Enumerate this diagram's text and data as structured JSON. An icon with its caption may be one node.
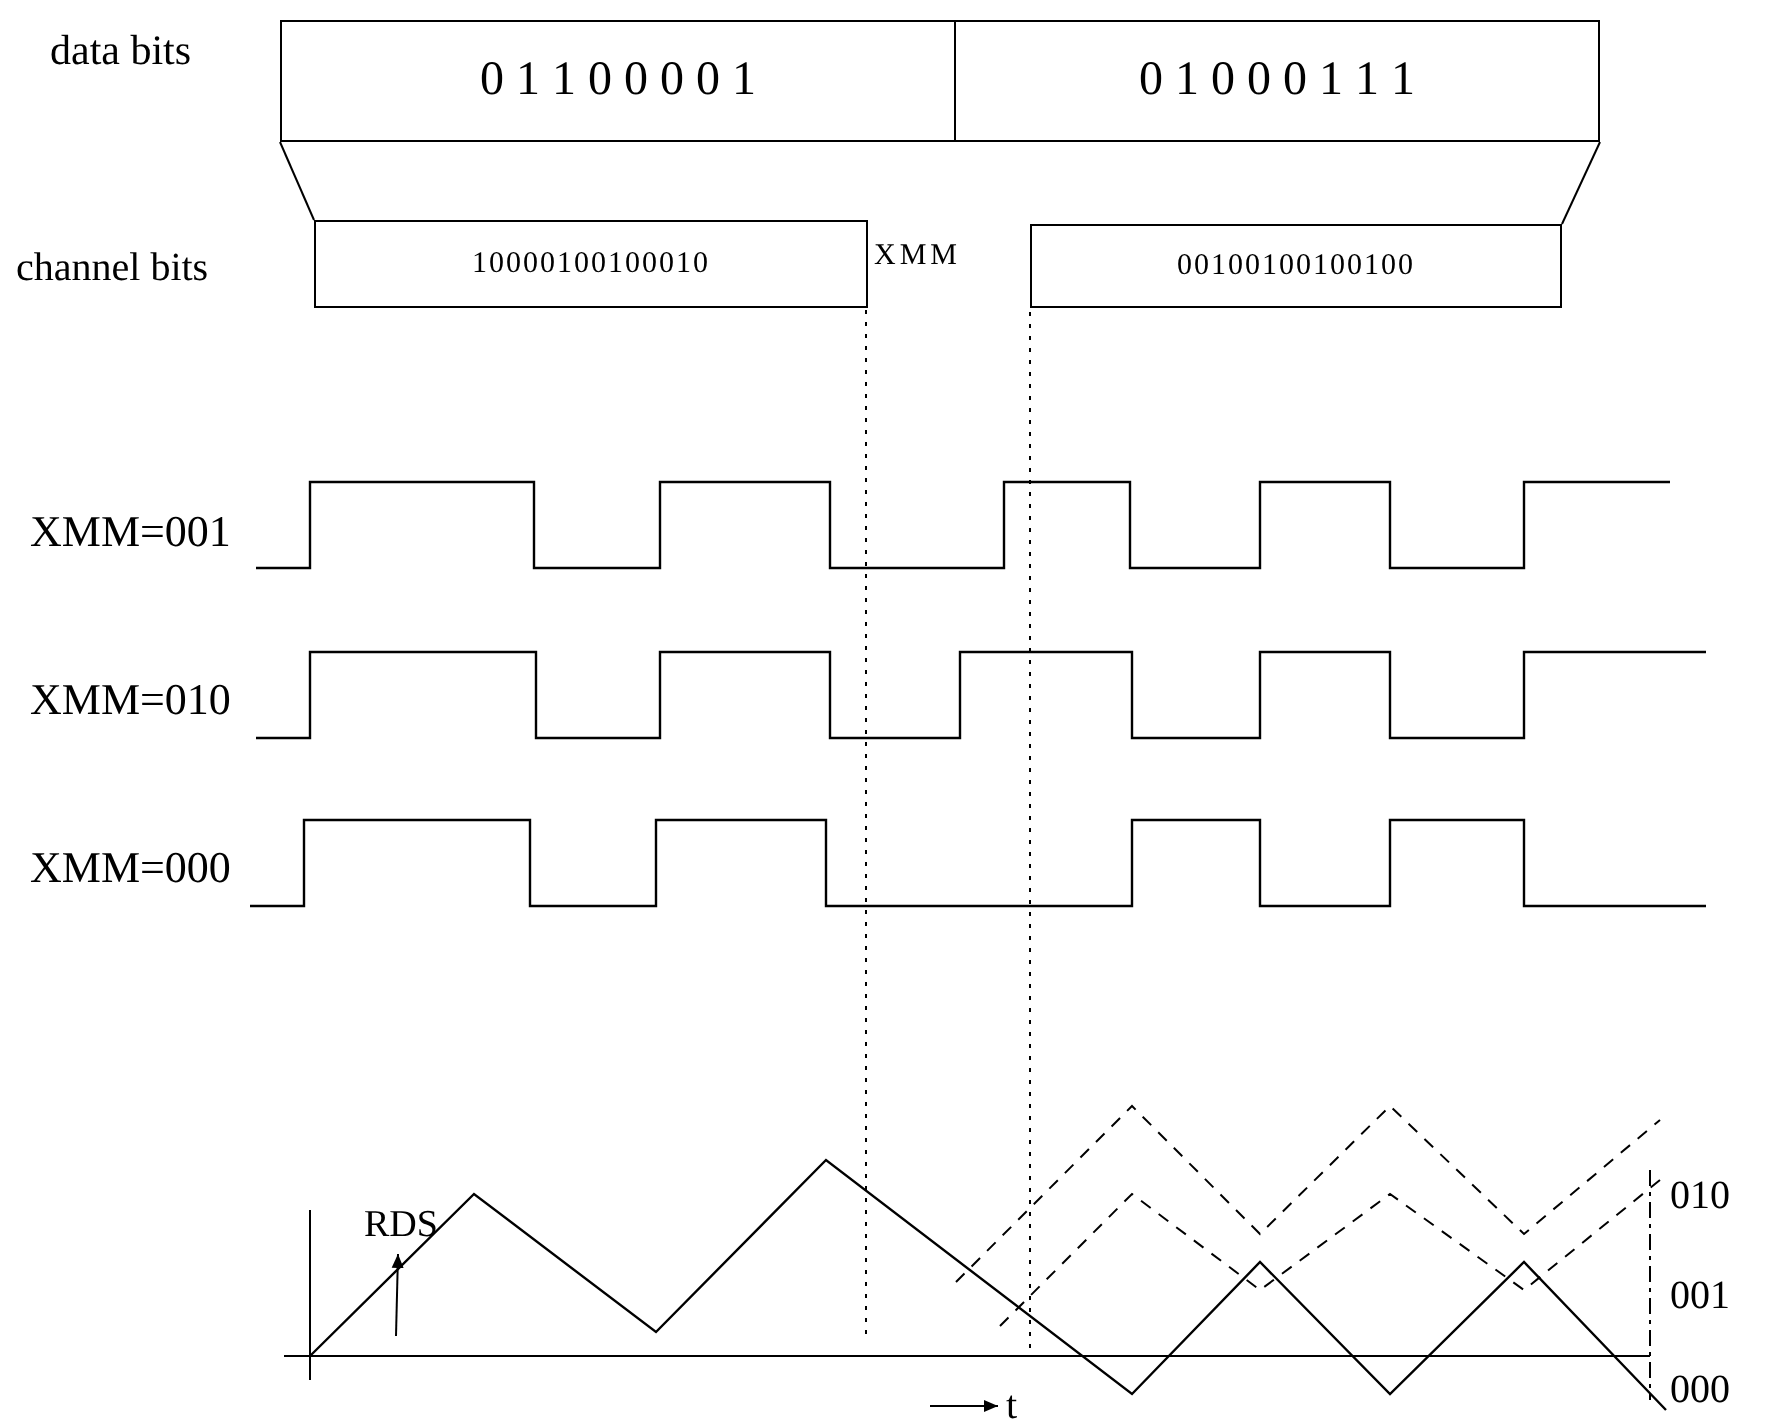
{
  "diagram": {
    "nodes": [
      {
        "text": [
          "0 1 1 0 0 0 0 1"
        ]
      },
      {
        "text": [
          "0 1 0 0 0 1 1 1"
        ]
      },
      {
        "text": [
          "10000100100010"
        ]
      },
      {
        "text": [
          "00100100100100"
        ]
      }
    ],
    "edges": [
      {
        "from": 0,
        "to": 2,
        "arrow": "none"
      },
      {
        "from": 1,
        "to": 3,
        "arrow": "none"
      }
    ],
    "labels": [
      "data bits",
      "channel bits",
      "XMM",
      "XMM=001",
      "XMM=010",
      "XMM=000",
      "RDS",
      "t",
      "010",
      "001",
      "000"
    ]
  }
}
